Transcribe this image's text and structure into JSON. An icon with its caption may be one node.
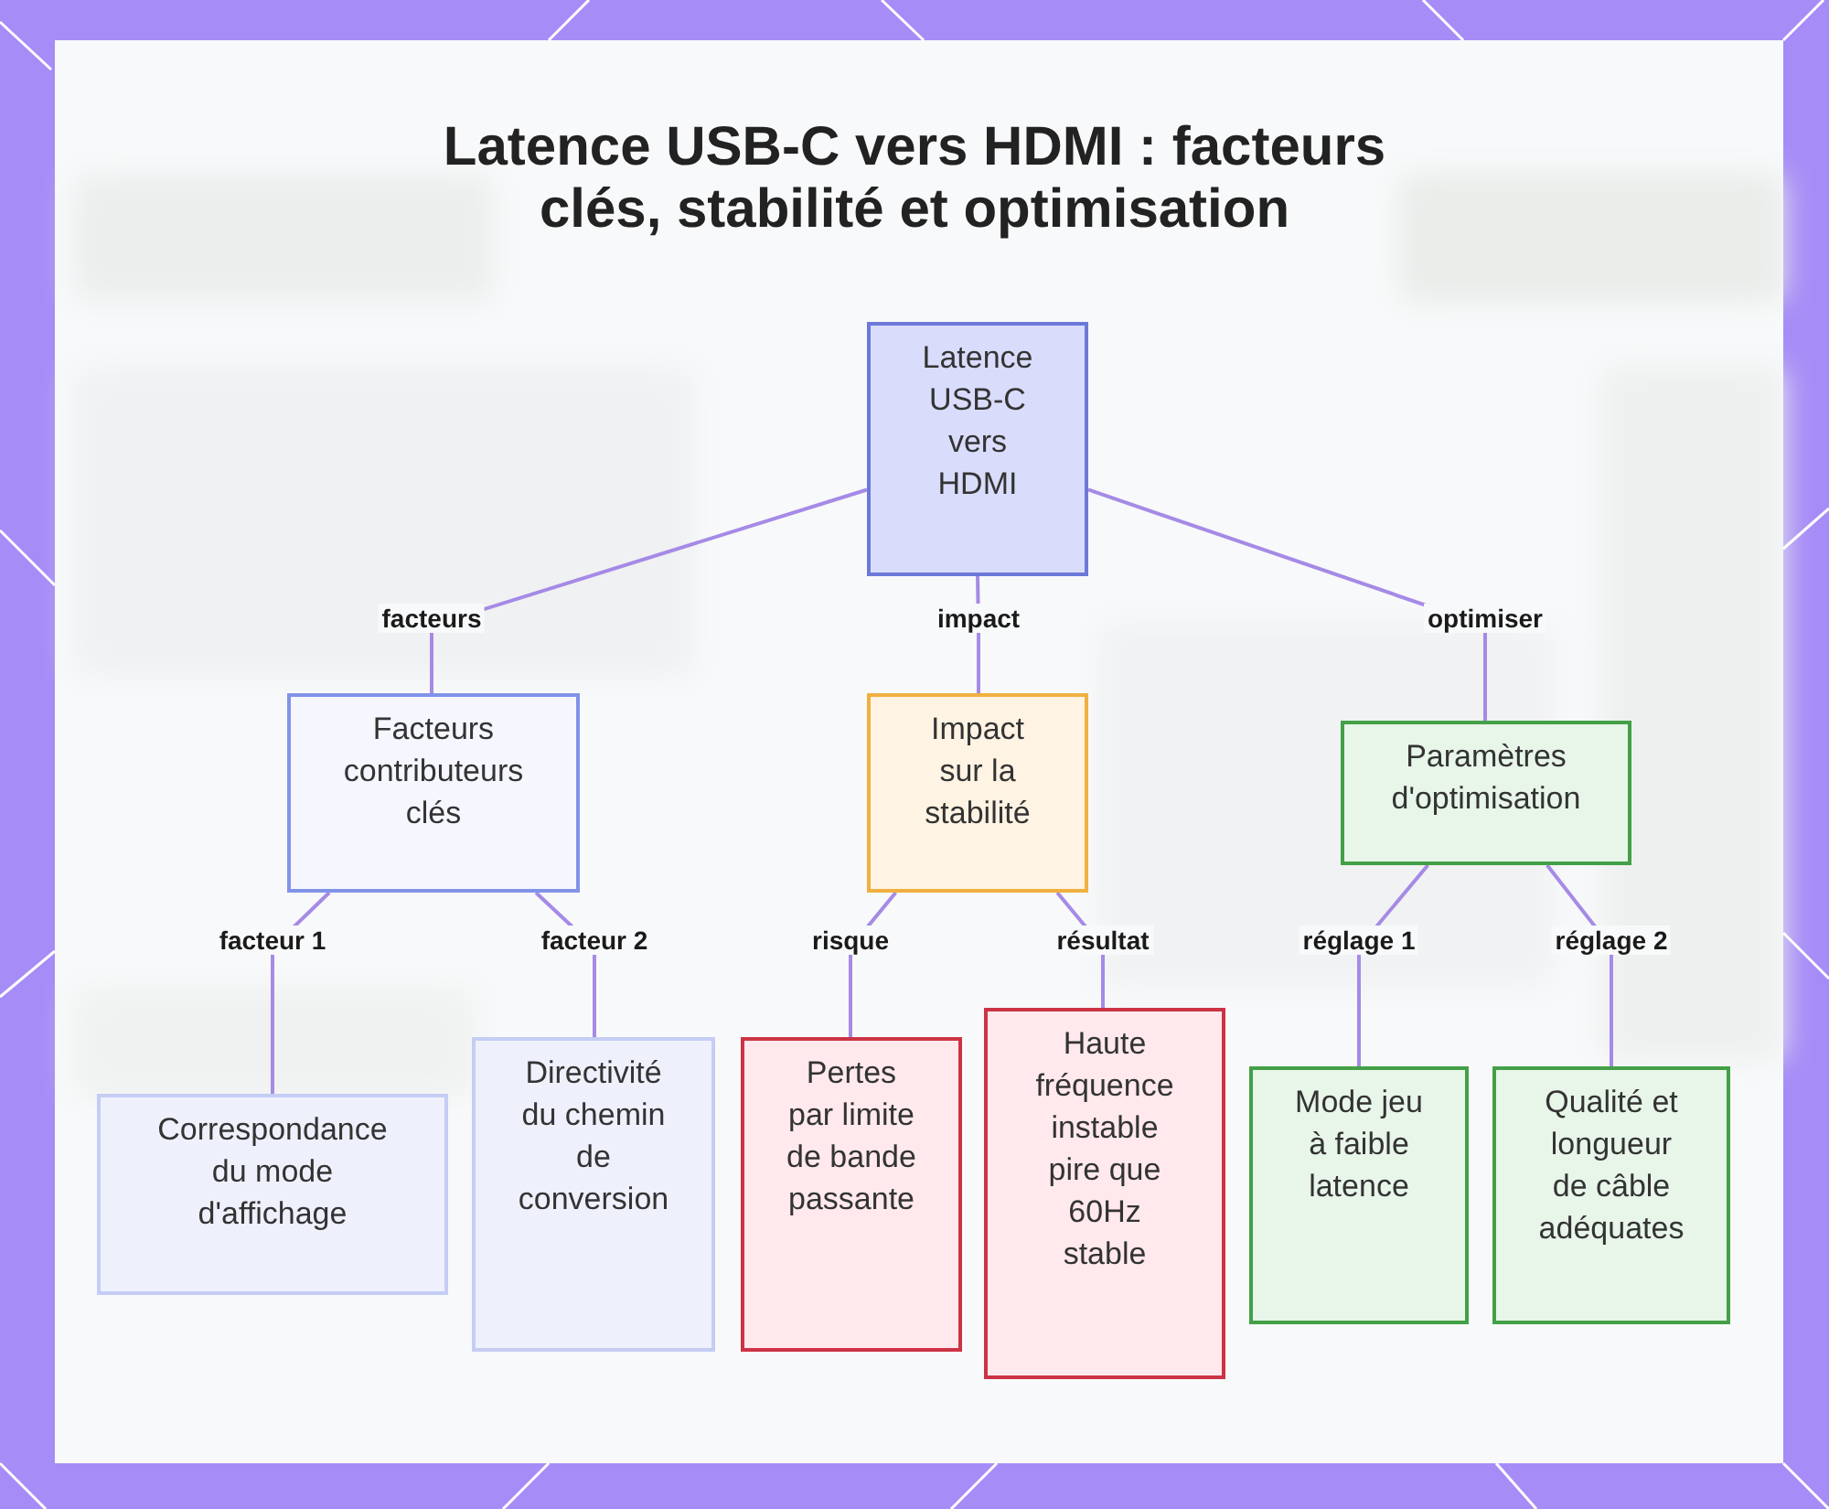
{
  "diagram": {
    "title": "Latence USB-C vers HDMI : facteurs clés, stabilité et optimisation",
    "nodes": [
      {
        "text": [
          "Latence USB-C vers HDMI"
        ]
      },
      {
        "text": [
          "Facteurs contributeurs clés"
        ]
      },
      {
        "text": [
          "Impact sur la stabilité"
        ]
      },
      {
        "text": [
          "Paramètres d'optimisation"
        ]
      },
      {
        "text": [
          "Correspondance du mode d'affichage"
        ]
      },
      {
        "text": [
          "Directivité du chemin de conversion"
        ]
      },
      {
        "text": [
          "Pertes par limite de bande passante"
        ]
      },
      {
        "text": [
          "Haute fréquence instable pire que 60Hz stable"
        ]
      },
      {
        "text": [
          "Mode jeu à faible latence"
        ]
      },
      {
        "text": [
          "Qualité et longueur de câble adéquates"
        ]
      }
    ],
    "edges": [
      {
        "from": 0,
        "to": 1,
        "arrow": "none",
        "label": "facteurs"
      },
      {
        "from": 0,
        "to": 2,
        "arrow": "none",
        "label": "impact"
      },
      {
        "from": 0,
        "to": 3,
        "arrow": "none",
        "label": "optimiser"
      },
      {
        "from": 1,
        "to": 4,
        "arrow": "none",
        "label": "facteur 1"
      },
      {
        "from": 1,
        "to": 5,
        "arrow": "none",
        "label": "facteur 2"
      },
      {
        "from": 2,
        "to": 6,
        "arrow": "none",
        "label": "risque"
      },
      {
        "from": 2,
        "to": 7,
        "arrow": "none",
        "label": "résultat"
      },
      {
        "from": 3,
        "to": 8,
        "arrow": "none",
        "label": "réglage 1"
      },
      {
        "from": 3,
        "to": 9,
        "arrow": "none",
        "label": "réglage 2"
      }
    ]
  }
}
